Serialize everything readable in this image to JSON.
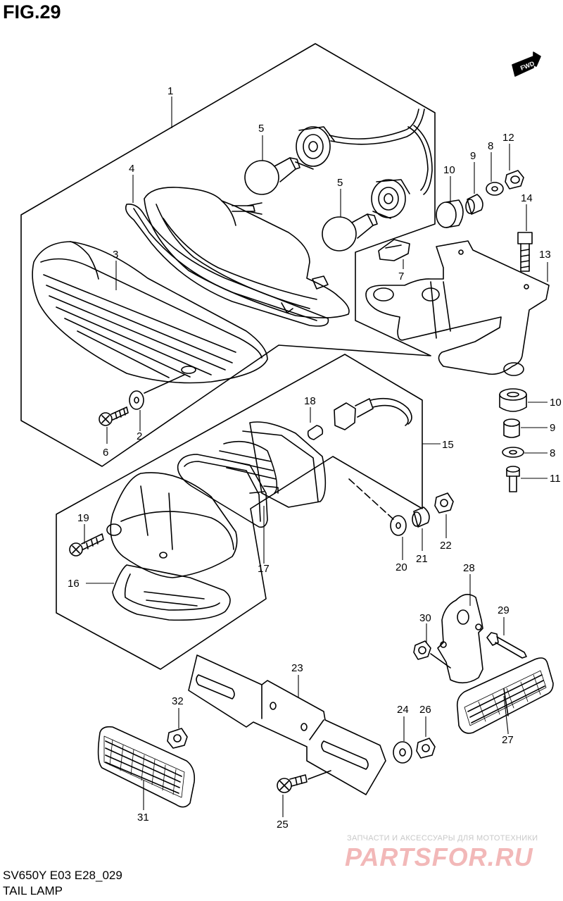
{
  "figure": {
    "title": "FIG.29",
    "model_code": "SV650Y E03 E28_029",
    "caption": "TAIL LAMP",
    "direction_label": "FWD"
  },
  "watermark": {
    "line1": "ЗАПЧАСТИ И АКСЕССУАРЫ ДЛЯ МОТОТЕХНИКИ",
    "logo": "PARTSFOR.RU"
  },
  "callouts": [
    {
      "id": "c1",
      "label": "1"
    },
    {
      "id": "c2",
      "label": "2"
    },
    {
      "id": "c3",
      "label": "3"
    },
    {
      "id": "c4",
      "label": "4"
    },
    {
      "id": "c5a",
      "label": "5"
    },
    {
      "id": "c5b",
      "label": "5"
    },
    {
      "id": "c6",
      "label": "6"
    },
    {
      "id": "c7",
      "label": "7"
    },
    {
      "id": "c8a",
      "label": "8"
    },
    {
      "id": "c8b",
      "label": "8"
    },
    {
      "id": "c9a",
      "label": "9"
    },
    {
      "id": "c9b",
      "label": "9"
    },
    {
      "id": "c10a",
      "label": "10"
    },
    {
      "id": "c10b",
      "label": "10"
    },
    {
      "id": "c11",
      "label": "11"
    },
    {
      "id": "c12",
      "label": "12"
    },
    {
      "id": "c13",
      "label": "13"
    },
    {
      "id": "c14",
      "label": "14"
    },
    {
      "id": "c15",
      "label": "15"
    },
    {
      "id": "c16",
      "label": "16"
    },
    {
      "id": "c17",
      "label": "17"
    },
    {
      "id": "c18",
      "label": "18"
    },
    {
      "id": "c19",
      "label": "19"
    },
    {
      "id": "c20",
      "label": "20"
    },
    {
      "id": "c21",
      "label": "21"
    },
    {
      "id": "c22",
      "label": "22"
    },
    {
      "id": "c23",
      "label": "23"
    },
    {
      "id": "c24",
      "label": "24"
    },
    {
      "id": "c25",
      "label": "25"
    },
    {
      "id": "c26",
      "label": "26"
    },
    {
      "id": "c27",
      "label": "27"
    },
    {
      "id": "c28",
      "label": "28"
    },
    {
      "id": "c29",
      "label": "29"
    },
    {
      "id": "c30",
      "label": "30"
    },
    {
      "id": "c31",
      "label": "31"
    },
    {
      "id": "c32",
      "label": "32"
    }
  ]
}
